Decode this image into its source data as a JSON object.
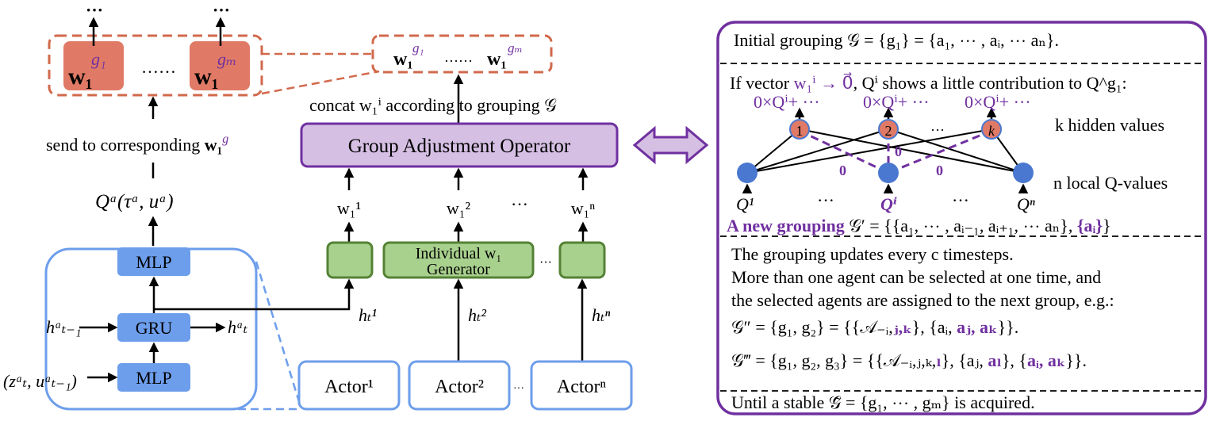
{
  "colors": {
    "purple": "#7030a0",
    "red": "#e07a66",
    "blue": "#4a78d0",
    "light_blue": "#6d9eeb",
    "green_fill": "#a9d18e",
    "green_stroke": "#548235",
    "purple_fill": "#d5bfe3"
  },
  "left": {
    "top_dots": "···",
    "group_w_1": "w₁",
    "group_sup_1": "g₁",
    "group_w_m": "w₁",
    "group_sup_m": "gₘ",
    "group_ellipsis": "……",
    "concat_w_1": "w₁",
    "concat_sup_1": "g₁",
    "concat_ellipsis": "……",
    "concat_w_m": "w₁",
    "concat_sup_m": "gₘ",
    "concat_label": "concat w₁ⁱ according to grouping 𝒢",
    "send_label": "send to corresponding ",
    "send_w": "w₁",
    "send_sup": "g",
    "q_label": "Qᵃ(τᵃ, uᵃ)",
    "mlp_top": "MLP",
    "gru": "GRU",
    "mlp_bottom": "MLP",
    "h_prev": "hᵃₜ₋₁",
    "h_out": "hᵃₜ",
    "input": "(zᵃₜ, uᵃₜ₋₁)",
    "operator": "Group Adjustment Operator",
    "w_inputs": [
      "w₁¹",
      "w₁²",
      "···",
      "w₁ⁿ"
    ],
    "generator_line1": "Individual w₁",
    "generator_line2": "Generator",
    "gen_dots": "···",
    "h_inputs": [
      "hₜ¹",
      "hₜ²",
      "hₜⁿ"
    ],
    "actors": [
      "Actor¹",
      "Actor²",
      "Actorⁿ"
    ],
    "actor_dots": "···"
  },
  "right": {
    "line1": "Initial grouping 𝒢 = {g₁} = {a₁, ⋯ , aᵢ, ⋯ aₙ}.",
    "line2_a": "If vector ",
    "line2_b": "w₁ⁱ → 0⃗",
    ", line2_c": "",
    "line2_c": ", Qⁱ shows a little contribution to Q^g₁:",
    "outputs": [
      "0×Qⁱ+ ···",
      "0×Qⁱ+ ···",
      "0×Qⁱ+ ···"
    ],
    "hidden_nodes": [
      "1",
      "2",
      "k"
    ],
    "hidden_dots": "···",
    "zero_labels": [
      "0",
      "0",
      "0"
    ],
    "hidden_label": "k hidden values",
    "local_label": "n local Q-values",
    "q_inputs": [
      "Q¹",
      "···",
      "Qⁱ",
      "···",
      "Qⁿ"
    ],
    "new_grouping_a": "A new grouping",
    "new_grouping_b": " 𝒢′ = {{a₁, ⋯ , aᵢ₋₁, aᵢ₊₁, ⋯ aₙ}, ",
    "new_grouping_c": "{aᵢ}",
    "new_grouping_d": "}",
    "line4": "The grouping updates every c timesteps.",
    "line5": "More than one agent can be selected at one time, and",
    "line6": "the selected agents are assigned to the next group, e.g.:",
    "line7_a": "𝒢″ = {g₁, g₂} = {{𝒜₋ᵢ,",
    "line7_b": "ⱼ,ₖ",
    "line7_c": "}, {aᵢ, ",
    "line7_d": "aⱼ, aₖ",
    "line7_e": "}}.",
    "line8_a": "𝒢‴ = {g₁, g₂, g₃} = {{𝒜₋ᵢ,ⱼ,ₖ,",
    "line8_b": "ₗ",
    "line8_c": "}, {aⱼ, ",
    "line8_d": "aₗ",
    "line8_e": "}, {",
    "line8_f": "aᵢ, aₖ",
    "line8_g": "}}.",
    "line9": "Until a stable 𝒢̃ = {g₁, ⋯ , gₘ} is acquired."
  }
}
